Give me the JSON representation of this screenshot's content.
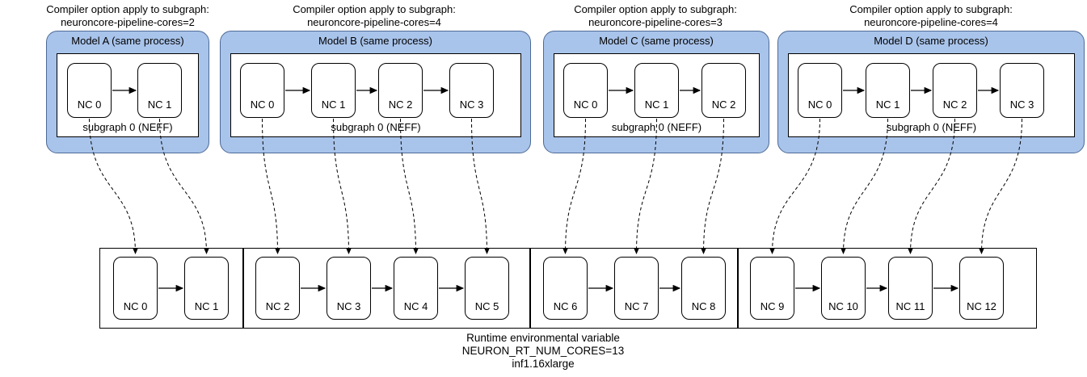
{
  "models": [
    {
      "option_label_line1": "Compiler option apply to subgraph:",
      "option_label_line2": "neuroncore-pipeline-cores=2",
      "title": "Model A (same process)",
      "subgraph_label": "subgraph 0 (NEFF)",
      "cores": [
        "NC 0",
        "NC 1"
      ]
    },
    {
      "option_label_line1": "Compiler option apply to subgraph:",
      "option_label_line2": "neuroncore-pipeline-cores=4",
      "title": "Model B (same process)",
      "subgraph_label": "subgraph 0 (NEFF)",
      "cores": [
        "NC 0",
        "NC 1",
        "NC 2",
        "NC 3"
      ]
    },
    {
      "option_label_line1": "Compiler option apply to subgraph:",
      "option_label_line2": "neuroncore-pipeline-cores=3",
      "title": "Model C (same process)",
      "subgraph_label": "subgraph 0 (NEFF)",
      "cores": [
        "NC 0",
        "NC 1",
        "NC 2"
      ]
    },
    {
      "option_label_line1": "Compiler option apply to subgraph:",
      "option_label_line2": "neuroncore-pipeline-cores=4",
      "title": "Model D (same process)",
      "subgraph_label": "subgraph 0 (NEFF)",
      "cores": [
        "NC 0",
        "NC 1",
        "NC 2",
        "NC 3"
      ]
    }
  ],
  "runtime": {
    "groups": [
      {
        "cores": [
          "NC 0",
          "NC 1"
        ]
      },
      {
        "cores": [
          "NC 2",
          "NC 3",
          "NC 4",
          "NC 5"
        ]
      },
      {
        "cores": [
          "NC 6",
          "NC 7",
          "NC 8"
        ]
      },
      {
        "cores": [
          "NC 9",
          "NC 10",
          "NC 11",
          "NC 12"
        ]
      }
    ],
    "caption_line1": "Runtime environmental variable",
    "caption_line2": "NEURON_RT_NUM_CORES=13",
    "caption_line3": "inf1.16xlarge"
  },
  "colors": {
    "background": "#ffffff",
    "model_fill": "#a9c4eb",
    "model_border": "#4d6a96",
    "box_border": "#000000"
  }
}
